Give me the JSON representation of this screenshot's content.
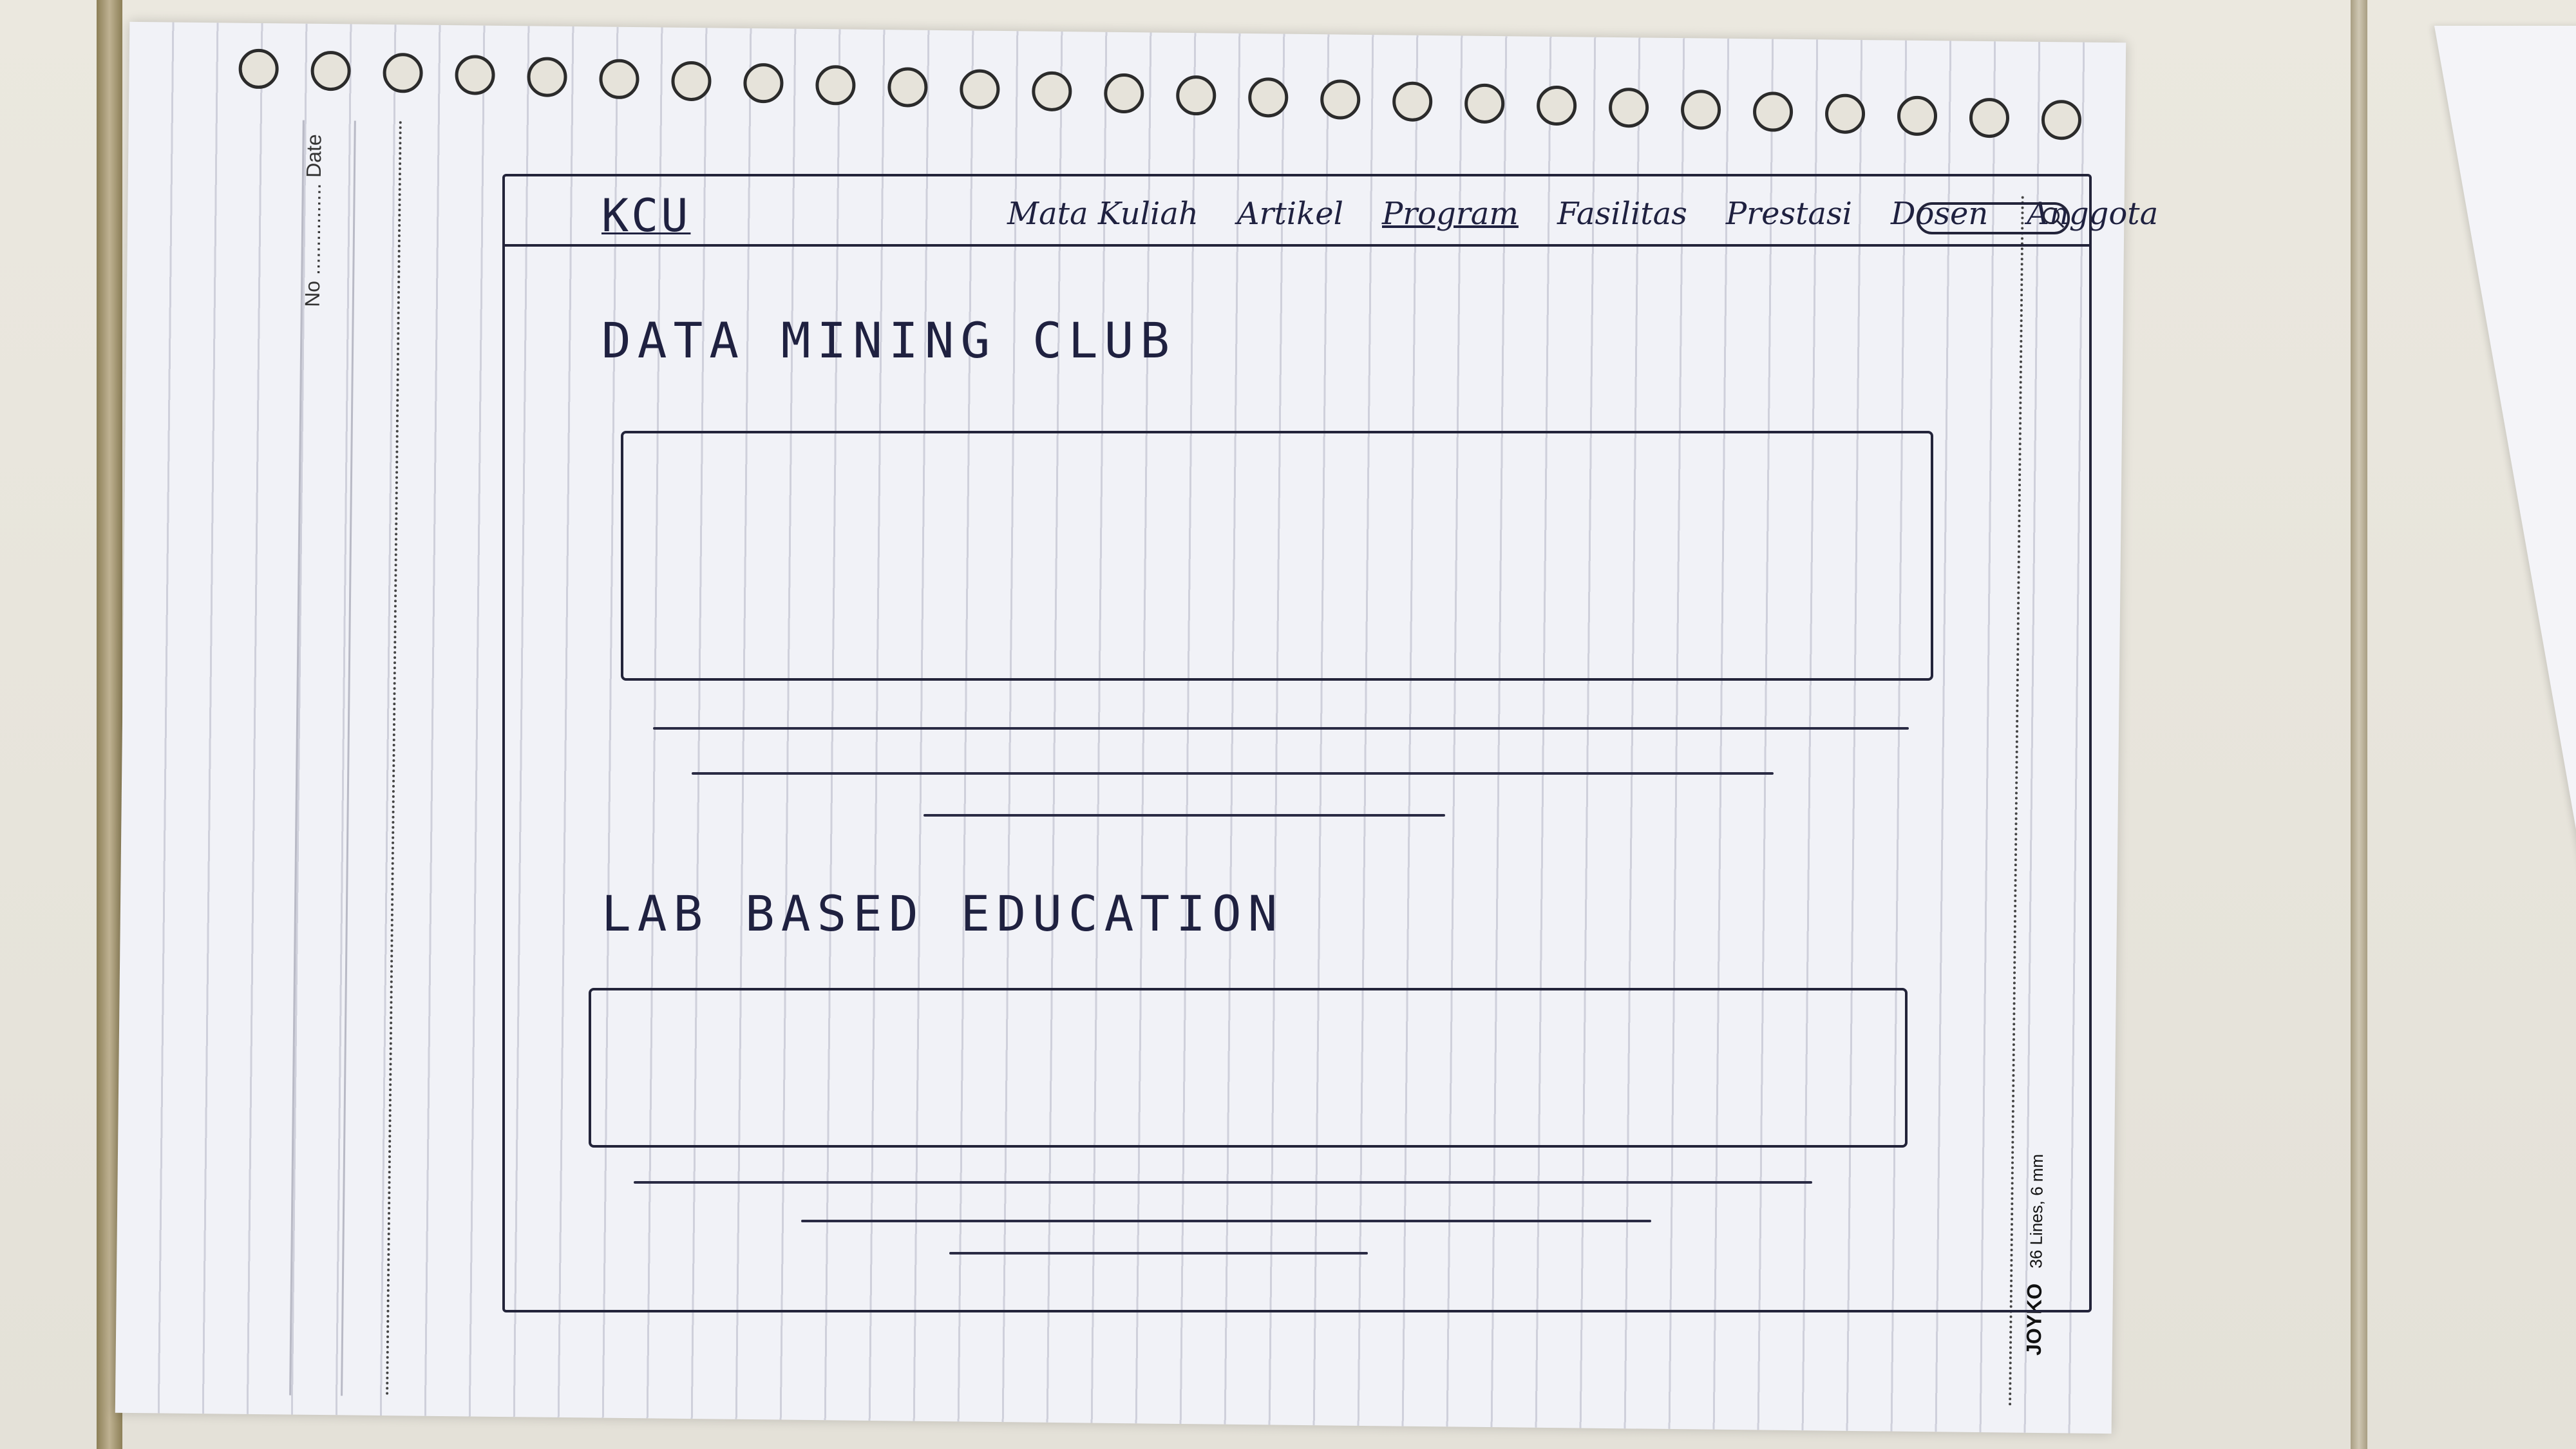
{
  "paper": {
    "no_label": "No",
    "date_label": "Date",
    "brand_footer": "JOYKO",
    "footer_note": "36 Lines, 6 mm"
  },
  "wireframe": {
    "brand": "KCU",
    "nav_items": [
      "Mata Kuliah",
      "Artikel",
      "Program",
      "Fasilitas",
      "Prestasi",
      "Dosen",
      "Anggota"
    ],
    "active_nav_index": 2,
    "sections": [
      {
        "title": "DATA MINING CLUB"
      },
      {
        "title": "LAB BASED EDUCATION"
      }
    ]
  },
  "icons": {
    "search": "search-icon"
  }
}
